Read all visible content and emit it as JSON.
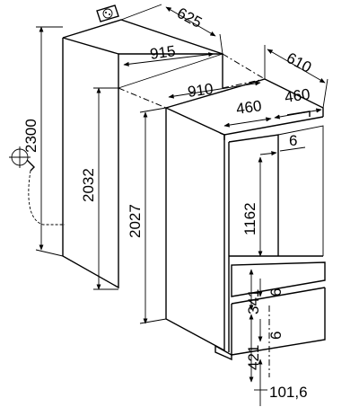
{
  "diagram": {
    "dimensions": {
      "d_625": "625",
      "d_915": "915",
      "d_610": "610",
      "d_910": "910",
      "d_460a": "460",
      "d_460b": "460",
      "d_6_top": "6",
      "d_2300": "2300",
      "d_2032": "2032",
      "d_2027": "2027",
      "d_1162": "1162",
      "d_341": "341",
      "d_6_mid": "6",
      "d_6_low": "6",
      "d_421": "421",
      "d_101_6": "101,6"
    },
    "icons": {
      "socket": "power-socket-icon",
      "water": "water-tap-icon"
    }
  }
}
